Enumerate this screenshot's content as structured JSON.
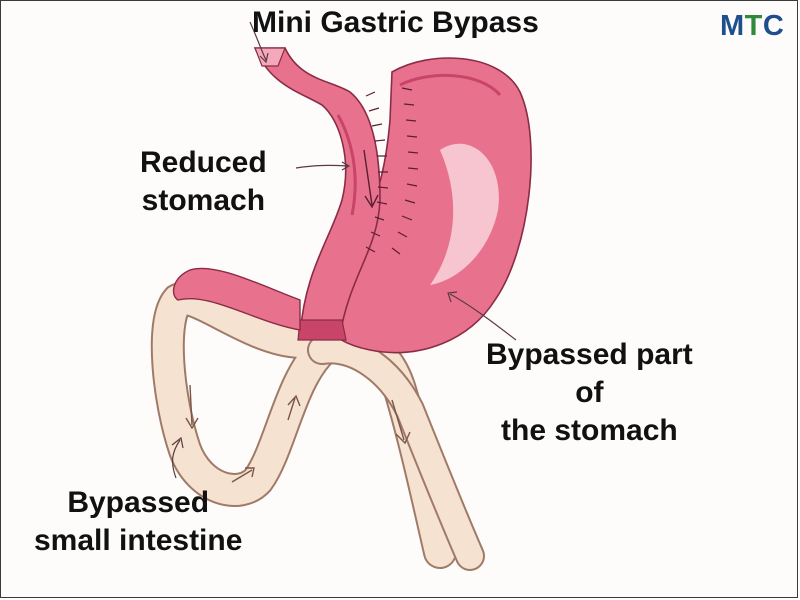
{
  "title": "Mini Gastric Bypass",
  "logo": {
    "letters": [
      "M",
      "T",
      "C"
    ],
    "colors": [
      "#1f4e8c",
      "#2e8b3a",
      "#1f4e8c"
    ]
  },
  "labels": {
    "reduced_stomach": [
      "Reduced",
      "stomach"
    ],
    "bypassed_stomach": [
      "Bypassed part",
      "of",
      "the stomach"
    ],
    "bypassed_intestine": [
      "Bypassed",
      "small intestine"
    ]
  },
  "colors": {
    "stomach": "#e8728e",
    "stomach_dark": "#c84468",
    "stomach_highlight": "#f8d3dc",
    "intestine": "#f6e2d0",
    "intestine_outline": "#a07a68",
    "outline": "#8a2c45"
  }
}
